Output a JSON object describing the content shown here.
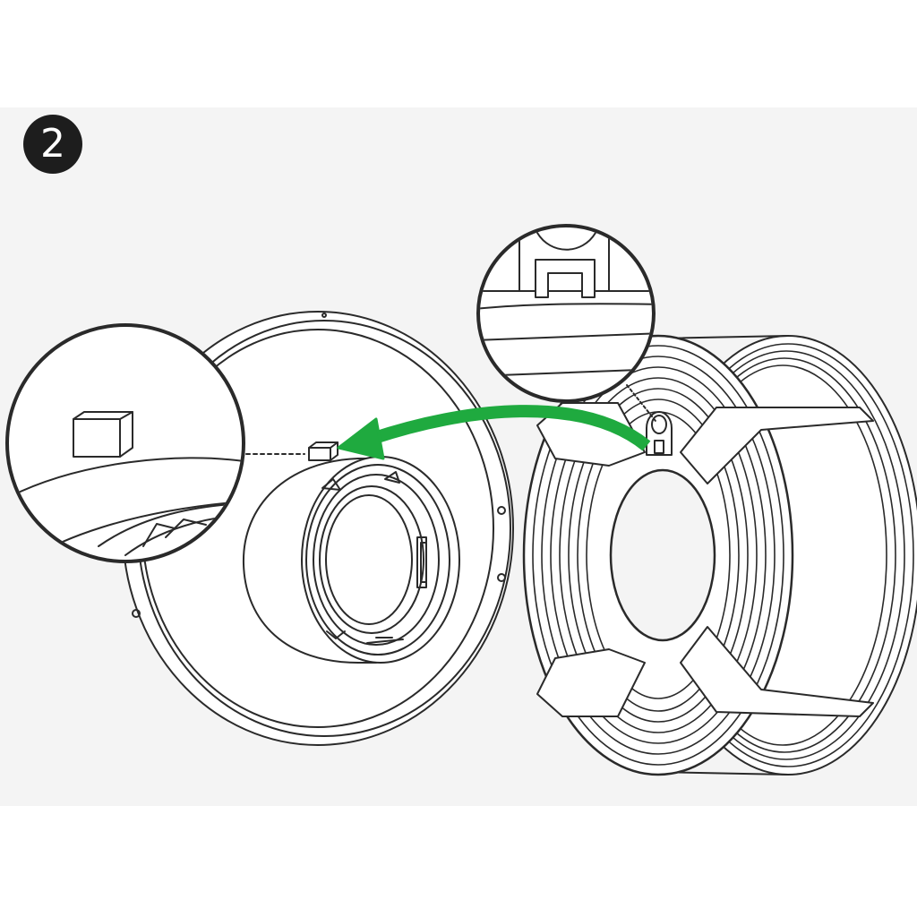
{
  "step": {
    "number": "2"
  },
  "colors": {
    "background": "#ffffff",
    "panel": "#f4f4f4",
    "line": "#2a2a2a",
    "arrow": "#1faa3f",
    "badge": "#1d1d1d"
  },
  "icons": {
    "badge": "step-number-circle",
    "arrow": "curved-arrow-left",
    "detail_left": "magnifier-callout",
    "detail_right": "magnifier-callout"
  }
}
